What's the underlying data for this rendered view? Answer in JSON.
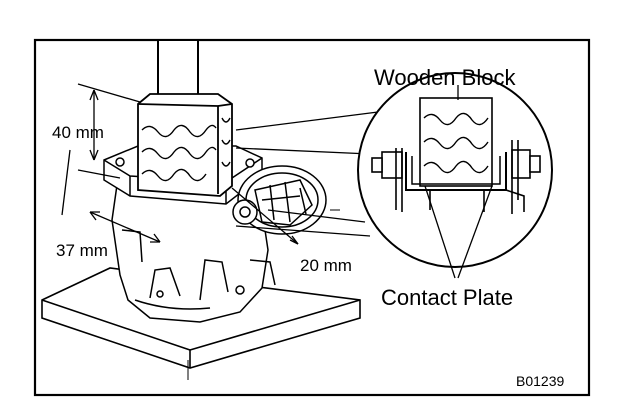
{
  "diagram": {
    "labels": {
      "wooden_block": "Wooden Block",
      "contact_plate": "Contact Plate",
      "dim_40": "40 mm",
      "dim_37": "37 mm",
      "dim_20": "20 mm",
      "figure_code": "B01239"
    },
    "colors": {
      "ink": "#000000",
      "paper": "#ffffff"
    }
  }
}
